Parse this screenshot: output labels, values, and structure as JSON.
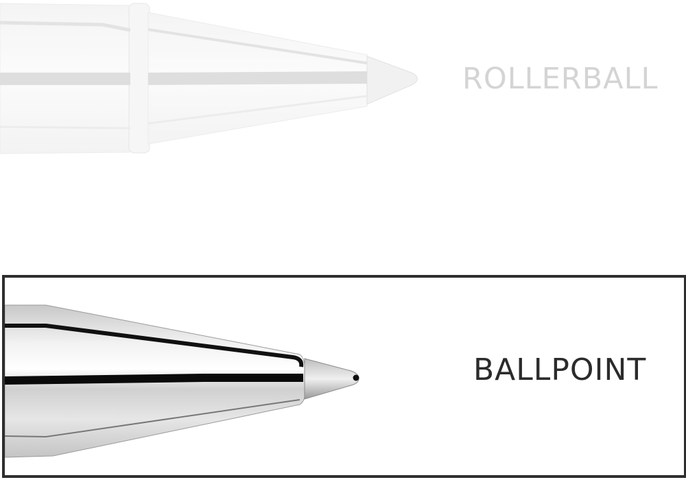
{
  "panels": [
    {
      "label": "ROLLERBALL",
      "label_color": "#d4d4d4",
      "selected": false,
      "image": "rollerball-pen-tip"
    },
    {
      "label": "BALLPOINT",
      "label_color": "#2b2b2b",
      "selected": true,
      "border_color": "#2e2e2e",
      "image": "ballpoint-pen-tip"
    }
  ]
}
